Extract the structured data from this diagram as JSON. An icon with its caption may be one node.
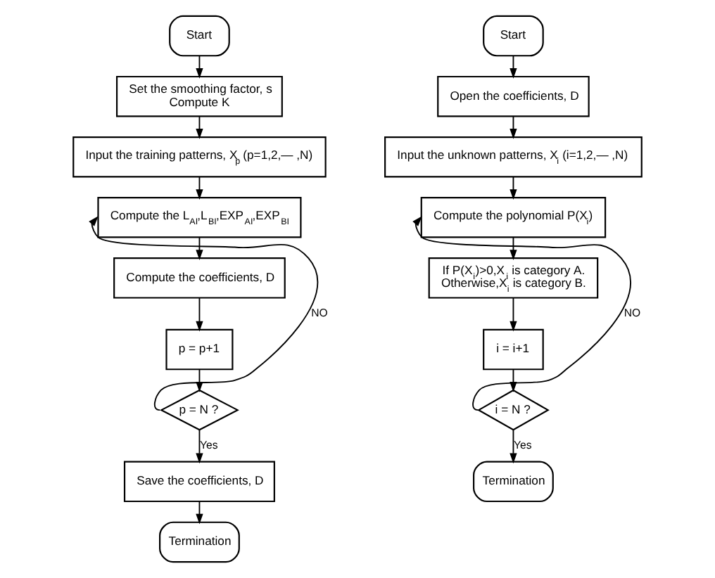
{
  "diagram": {
    "nodes": [
      {
        "text": [
          "Start"
        ]
      },
      {
        "text": [
          "Set the smoothing factor, s",
          "Compute K"
        ]
      },
      {
        "text": [
          "Input the training patterns, X$_{p}$ (p=1,2,— ,N)"
        ]
      },
      {
        "text": [
          "Compute the L$_{AI}$,L$_{BI}$,EXP$_{AI}$,EXP$_{BI}$"
        ]
      },
      {
        "text": [
          "Compute the coefficients, D"
        ]
      },
      {
        "text": [
          "p = p+1"
        ]
      },
      {
        "text": [
          "p = N ?"
        ]
      },
      {
        "text": [
          "Save the coefficients, D"
        ]
      },
      {
        "text": [
          "Termination"
        ]
      },
      {
        "text": [
          "Start"
        ]
      },
      {
        "text": [
          "Open the coefficients, D"
        ]
      },
      {
        "text": [
          "Input the unknown patterns, X$_{i}$ (i=1,2,— ,N)"
        ]
      },
      {
        "text": [
          "Compute the polynomial P(X$_{i}$)"
        ]
      },
      {
        "text": [
          "If P(X$_{i}$)>0,X$_{i}$ is category A.",
          "Otherwise,X$_{i}$ is category B."
        ]
      },
      {
        "text": [
          "i = i+1"
        ]
      },
      {
        "text": [
          "i = N ?"
        ]
      },
      {
        "text": [
          "Termination"
        ]
      }
    ],
    "edges": [
      {
        "from": 0,
        "to": 1,
        "arrow": "to"
      },
      {
        "from": 1,
        "to": 2,
        "arrow": "to"
      },
      {
        "from": 2,
        "to": 3,
        "arrow": "to"
      },
      {
        "from": 3,
        "to": 4,
        "arrow": "to"
      },
      {
        "from": 4,
        "to": 5,
        "arrow": "to"
      },
      {
        "from": 5,
        "to": 6,
        "arrow": "to"
      },
      {
        "from": 6,
        "to": 3,
        "arrow": "to",
        "label": "NO"
      },
      {
        "from": 6,
        "to": 7,
        "arrow": "to",
        "label": "Yes"
      },
      {
        "from": 7,
        "to": 8,
        "arrow": "to"
      },
      {
        "from": 9,
        "to": 10,
        "arrow": "to"
      },
      {
        "from": 10,
        "to": 11,
        "arrow": "to"
      },
      {
        "from": 11,
        "to": 12,
        "arrow": "to"
      },
      {
        "from": 12,
        "to": 13,
        "arrow": "to"
      },
      {
        "from": 13,
        "to": 14,
        "arrow": "to"
      },
      {
        "from": 14,
        "to": 15,
        "arrow": "to"
      },
      {
        "from": 15,
        "to": 12,
        "arrow": "to",
        "label": "NO"
      },
      {
        "from": 15,
        "to": 16,
        "arrow": "to",
        "label": "Yes"
      }
    ]
  }
}
